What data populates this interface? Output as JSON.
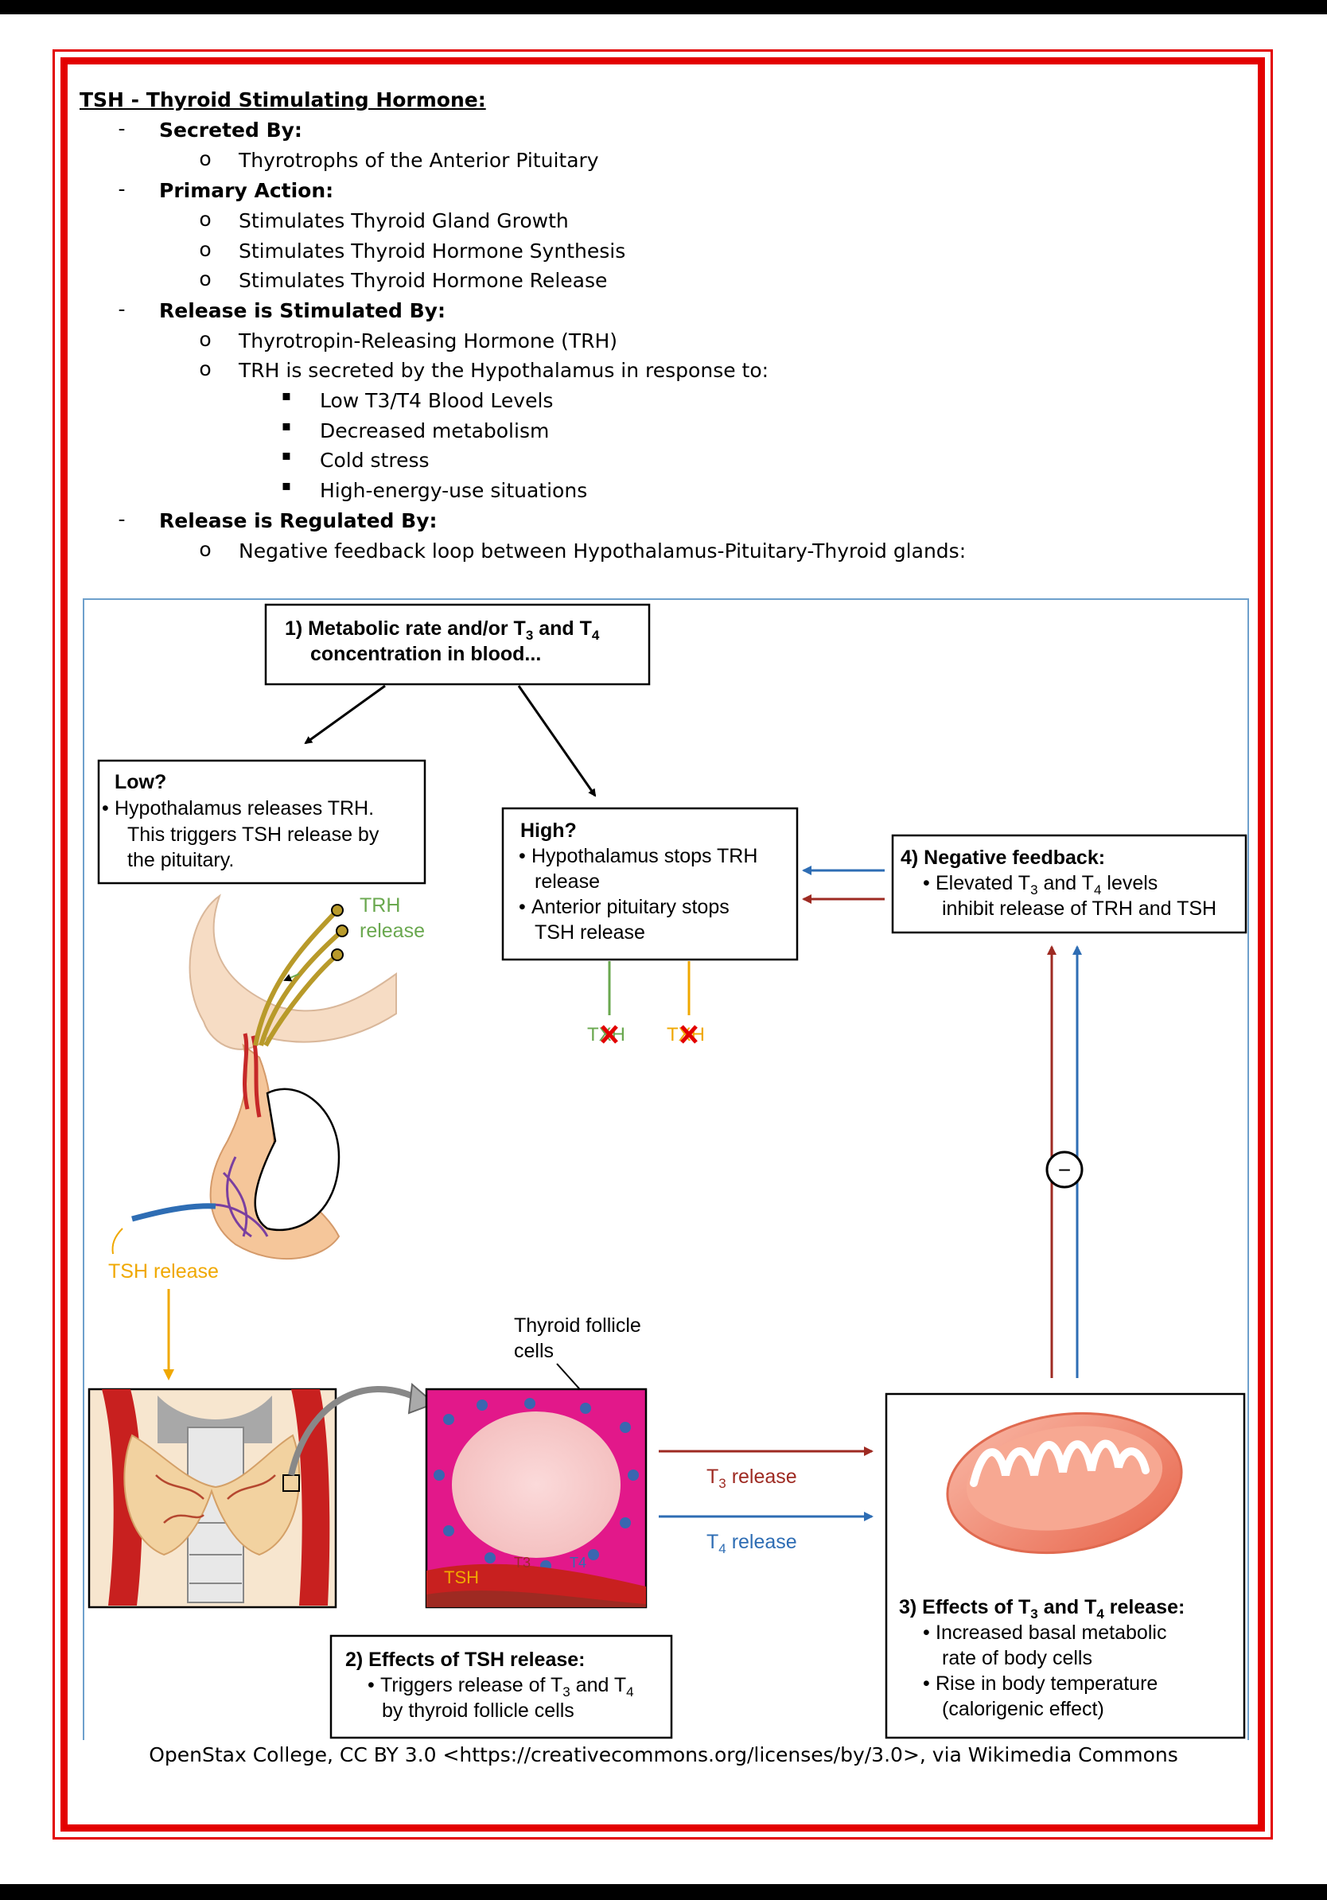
{
  "title": "TSH - Thyroid Stimulating Hormone:",
  "sections": [
    {
      "heading": "Secreted By:",
      "items": [
        "Thyrotrophs of the Anterior Pituitary"
      ]
    },
    {
      "heading": "Primary Action:",
      "items": [
        "Stimulates Thyroid Gland Growth",
        "Stimulates Thyroid Hormone Synthesis",
        "Stimulates Thyroid Hormone Release"
      ]
    },
    {
      "heading": "Release is Stimulated By:",
      "items": [
        "Thyrotropin-Releasing Hormone (TRH)",
        "TRH is secreted by the Hypothalamus in response to:"
      ],
      "subitems": [
        "Low T3/T4 Blood Levels",
        "Decreased metabolism",
        "Cold stress",
        "High-energy-use situations"
      ]
    },
    {
      "heading": "Release is Regulated By:",
      "items": [
        "Negative feedback loop between Hypothalamus-Pituitary-Thyroid glands:"
      ]
    }
  ],
  "bullets": {
    "dash": "-",
    "circle": "o",
    "square": "▪"
  },
  "diagram": {
    "step1": {
      "line1_a": "1) Metabolic rate and/or T",
      "sub3": "3",
      "and": " and T",
      "sub4": "4",
      "line2": "concentration in blood..."
    },
    "low": {
      "title": "Low?",
      "bullet": "•",
      "l1": "Hypothalamus releases TRH.",
      "l2": "This triggers TSH release by",
      "l3": "the pituitary."
    },
    "trh_label": {
      "l1": "TRH",
      "l2": "release"
    },
    "high": {
      "title": "High?",
      "bullet": "•",
      "b1_l1": "Hypothalamus stops TRH",
      "b1_l2": "release",
      "b2_l1": "Anterior pituitary stops",
      "b2_l2": "TSH release"
    },
    "neg_feedback": {
      "title": "4) Negative feedback:",
      "bullet": "•",
      "l1_a": "Elevated T",
      "l1_b": " and T",
      "l1_c": " levels",
      "l2": "inhibit release of TRH and TSH"
    },
    "blocked_a": "TXH",
    "blocked_b": "TXH",
    "minus": "−",
    "tsh_release": "TSH release",
    "follicle_label": {
      "l1": "Thyroid follicle",
      "l2": "cells"
    },
    "t3_release": {
      "a": "T",
      "sub": "3",
      "b": " release"
    },
    "t4_release": {
      "a": "T",
      "sub": "4",
      "b": " release"
    },
    "inset_labels": {
      "tsh": "TSH",
      "t3": "T3",
      "t4": "T4"
    },
    "step2": {
      "title": "2) Effects of TSH release:",
      "bullet": "•",
      "l1_a": "Triggers release of T",
      "l1_b": " and T",
      "l2": "by thyroid follicle cells"
    },
    "step3": {
      "title_a": "3) Effects of T",
      "title_b": " and T",
      "title_c": " release:",
      "bullet": "•",
      "b1_l1": "Increased basal metabolic",
      "b1_l2": "rate of body cells",
      "b2_l1": "Rise in body temperature",
      "b2_l2": "(calorigenic effect)"
    },
    "sub3": "3",
    "sub4": "4",
    "colors": {
      "t3": "#9e2a22",
      "t4": "#2e6db4",
      "tsh": "#f0a800",
      "trh": "#6aa84f",
      "frame": "#e30000"
    }
  },
  "credit": "OpenStax College, CC BY 3.0 <https://creativecommons.org/licenses/by/3.0>, via Wikimedia Commons"
}
